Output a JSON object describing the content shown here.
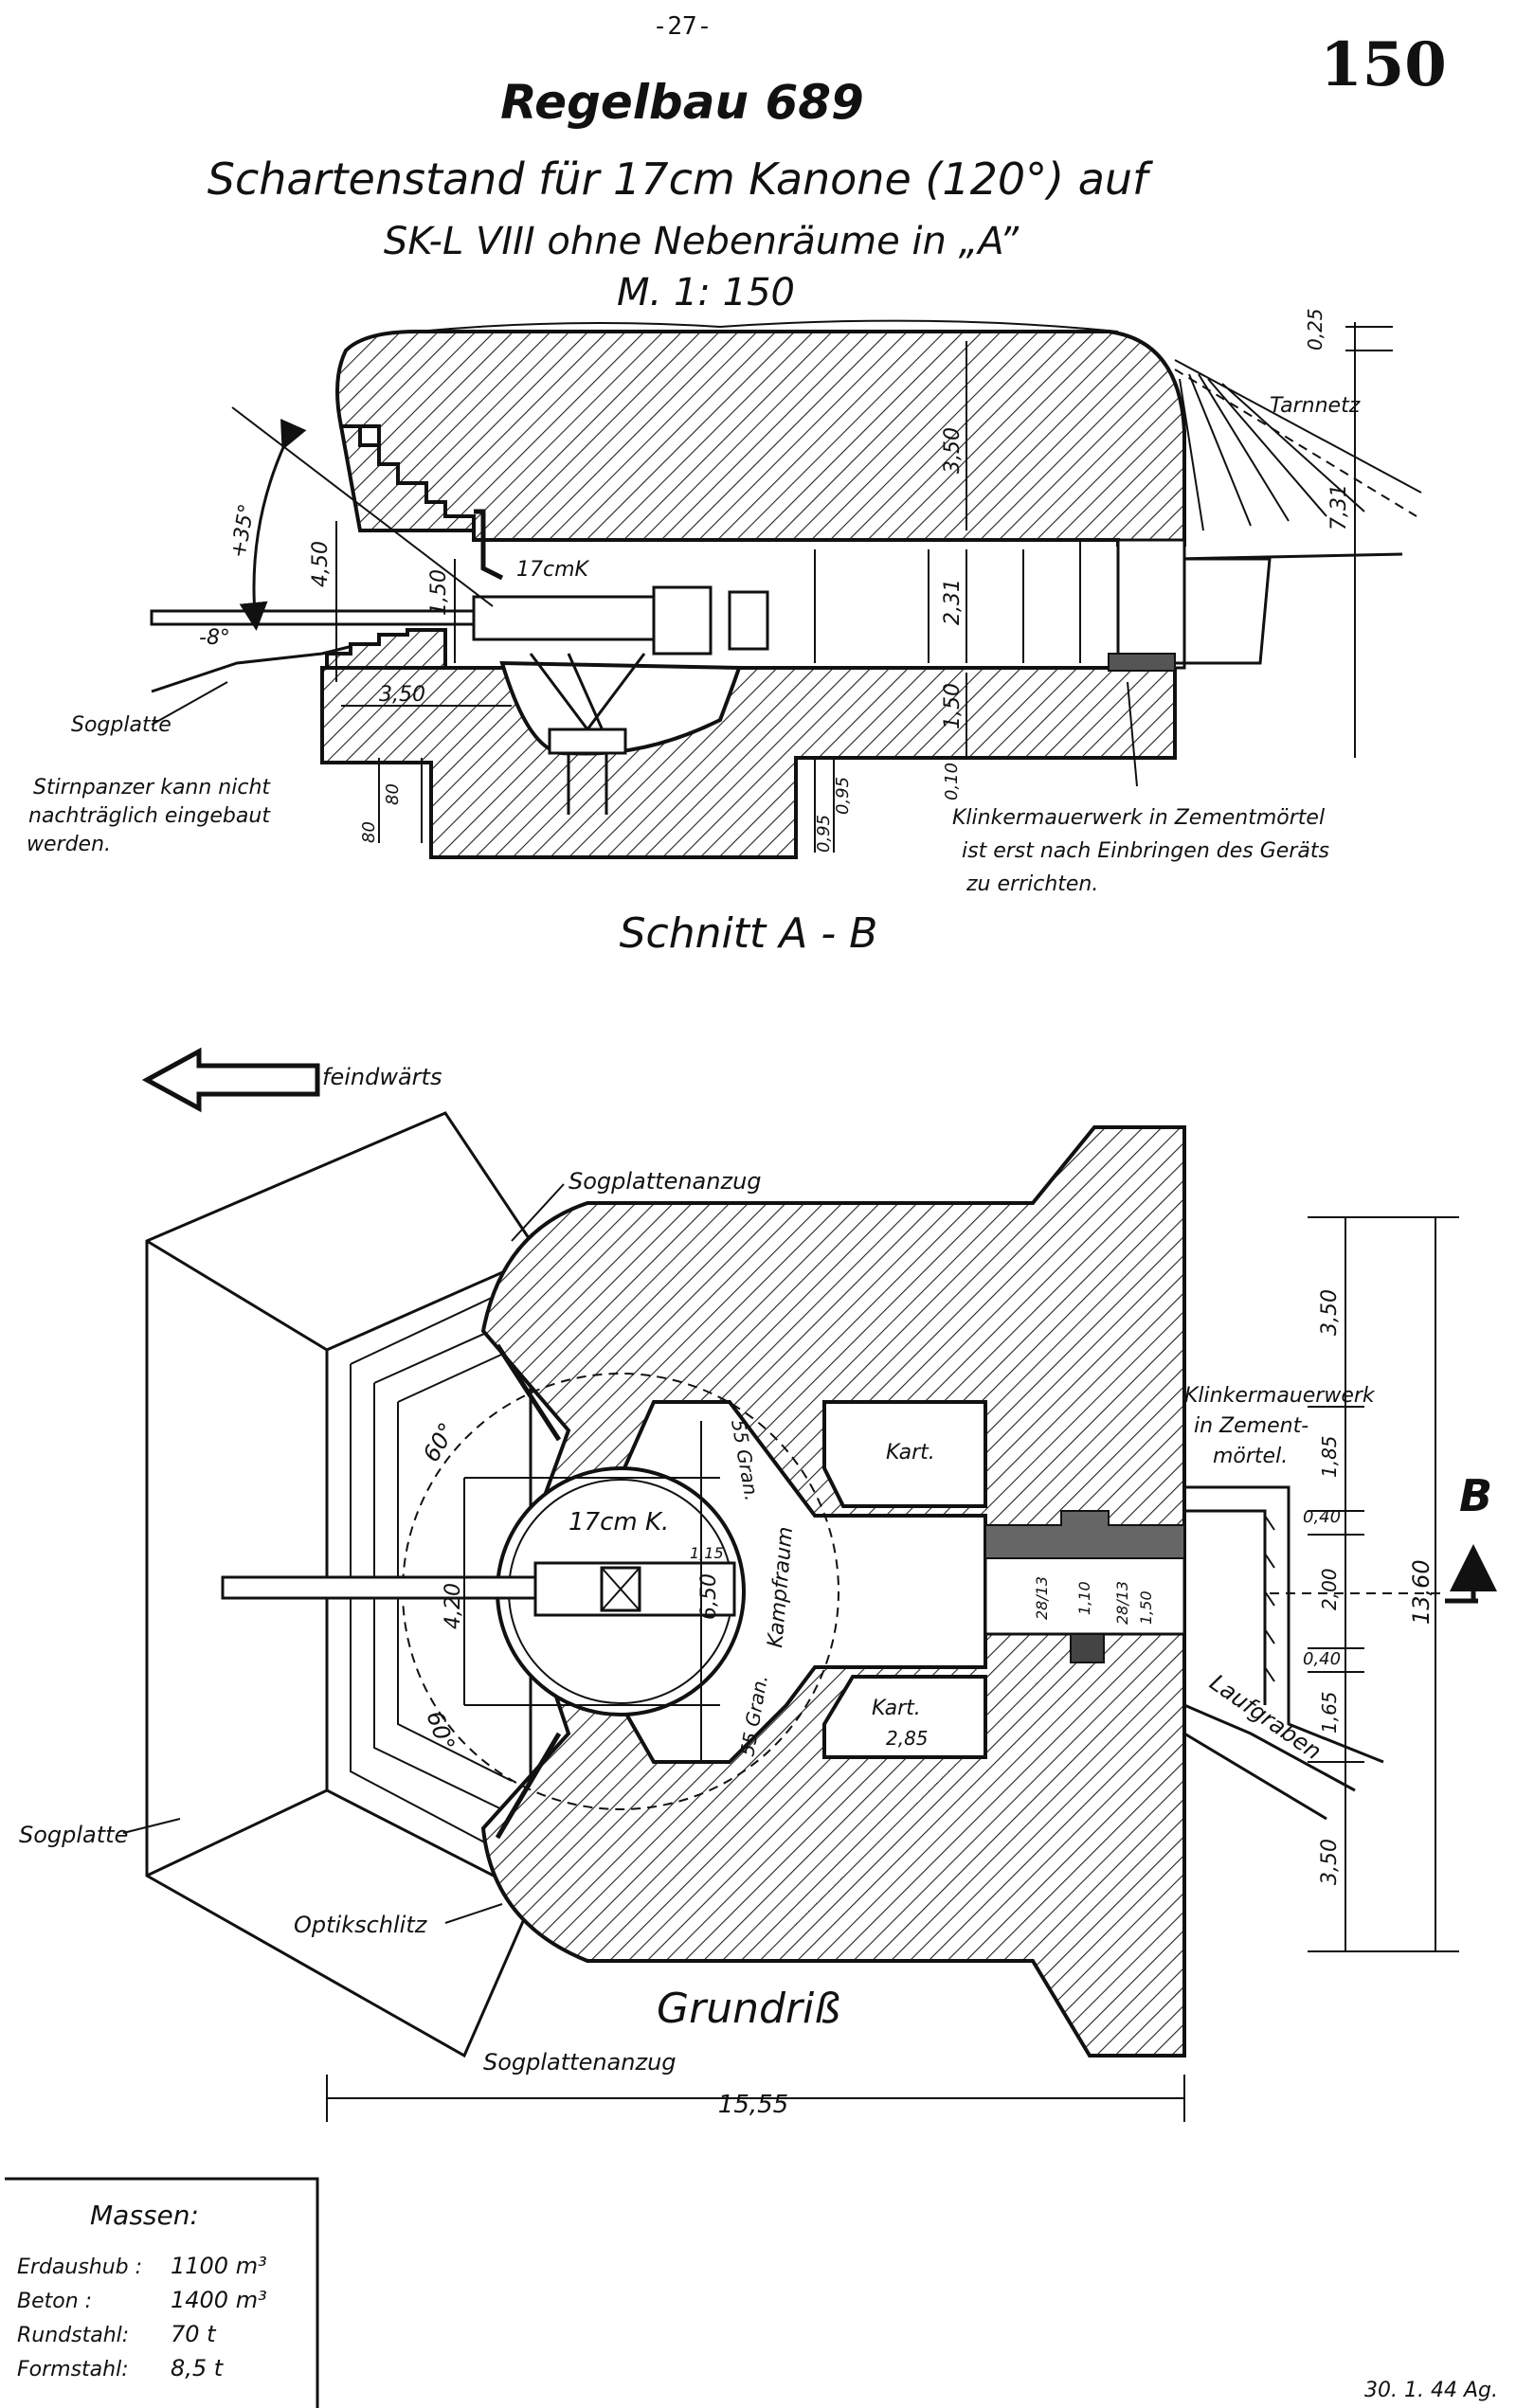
{
  "header": {
    "page_number": "-27-",
    "sheet_number": "150",
    "title": "Regelbau 689",
    "subtitle_1": "Schartenstand für 17cm Kanone (120°) auf",
    "subtitle_2": "SK-L VIII  ohne Nebenräume in „A”",
    "scale": "M. 1: 150"
  },
  "section": {
    "title": "Schnitt A - B",
    "labels": {
      "tarnnetz": "Tarnnetz",
      "gun": "17cmK",
      "sogplatte": "Sogplatte",
      "stirnpanzer": [
        "Stirnpanzer kann nicht",
        "nachträglich eingebaut",
        "werden."
      ],
      "klinker": [
        "Klinkermauerwerk in Zementmörtel",
        "ist erst nach Einbringen des Geräts",
        "zu errichten."
      ],
      "angle_up": "+35°",
      "angle_down": "-8°"
    },
    "dimensions": {
      "d_025": "0,25",
      "d_350_roof": "3,50",
      "d_731": "7,31",
      "d_450": "4,50",
      "d_150": "1,50",
      "d_231": "2,31",
      "d_150_floor": "1,50",
      "d_010": "0,10",
      "d_350_sole": "3,50",
      "d_095a": "0,95",
      "d_095b": "0,95",
      "d_80a": "80",
      "d_80b": "80"
    }
  },
  "plan": {
    "title": "Grundriß",
    "enemy_arrow_label": "feindwärts",
    "labels": {
      "sogplattenanzug_top": "Sogplattenanzug",
      "sogplattenanzug_bottom": "Sogplattenanzug",
      "sogplatte": "Sogplatte",
      "optikschlitz": "Optikschlitz",
      "gun": "17cm K.",
      "kampfraum": "Kampfraum",
      "kart_top": "Kart.",
      "kart_bottom": "Kart.",
      "gran_top": "55 Gran.",
      "gran_bottom": "55 Gran.",
      "klinker": [
        "Klinkermauerwerk",
        "in Zement-",
        "mörtel."
      ],
      "laufgraben": "Laufgraben",
      "section_marker": "B",
      "angle_top": "60°",
      "angle_bottom": "60°"
    },
    "dimensions": {
      "d_350_top": "3,50",
      "d_185": "1,85",
      "d_040a": "0,40",
      "d_200": "2,00",
      "d_040b": "0,40",
      "d_165": "1,65",
      "d_350_bottom": "3,50",
      "d_1360": "13,60",
      "d_650": "6,50",
      "d_420": "4,20",
      "d_285": "2,85",
      "d_115": "1,15",
      "d_28a": "28/13",
      "d_28b": "28/13",
      "d_110": "1,10",
      "d_150": "1,50",
      "d_1555": "15,55"
    }
  },
  "masses": {
    "title": "Massen:",
    "rows": [
      {
        "label": "Erdaushub :",
        "value": "1100 m³"
      },
      {
        "label": "Beton     :",
        "value": "1400 m³"
      },
      {
        "label": "Rundstahl:",
        "value": "70  t"
      },
      {
        "label": "Formstahl:",
        "value": "8,5 t"
      }
    ]
  },
  "footer": {
    "date": "30. 1. 44 Ag."
  }
}
